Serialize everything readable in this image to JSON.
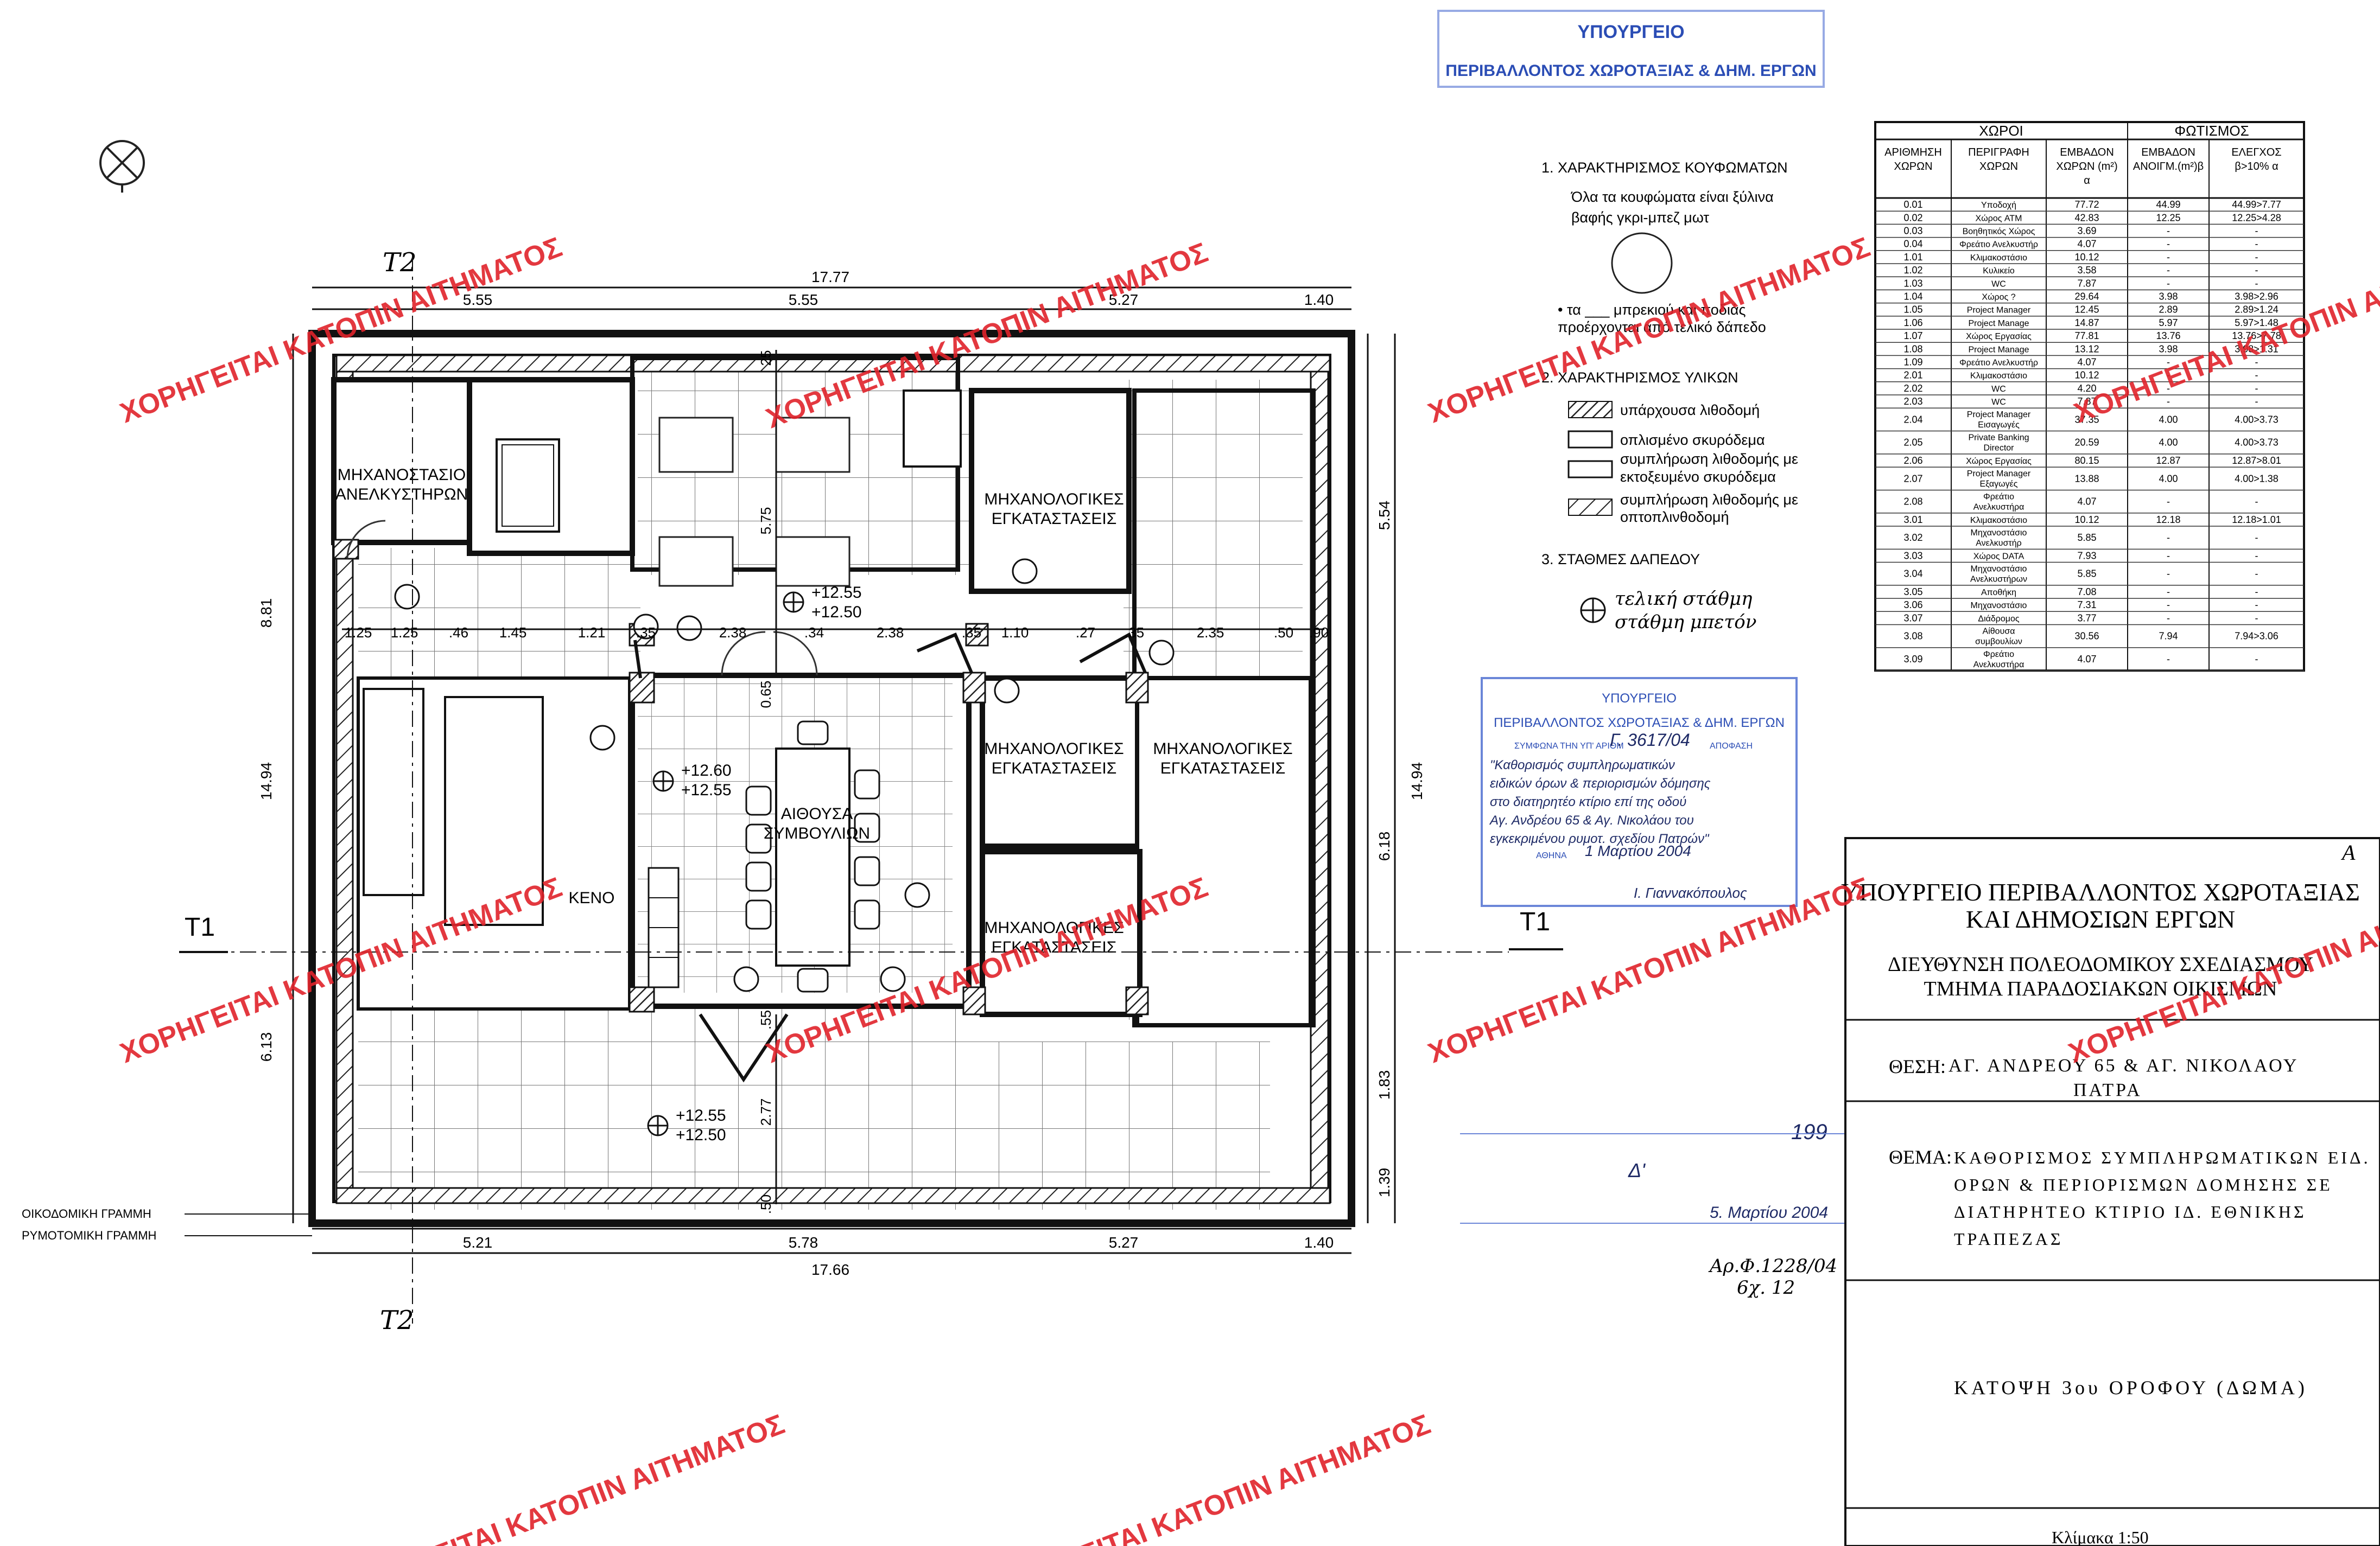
{
  "plan": {
    "north_symbol": "north-arrow-icon",
    "section_labels": {
      "t2_top": "T2",
      "t2_bottom": "T2",
      "t1_left": "T1",
      "t1_right": "T1"
    },
    "dims_top": {
      "total": "17.77",
      "d1": "5.55",
      "d2": "5.55",
      "d3": "5.27",
      "d4": "1.40"
    },
    "dims_bottom": {
      "total": "17.66",
      "d1": "5.21",
      "d2": "5.78",
      "d3": "5.27",
      "d4": "1.40"
    },
    "dims_left": {
      "total": "14.94",
      "d1": "8.81",
      "d2": "6.13"
    },
    "dims_right": {
      "total": "14.94",
      "d1": "5.54",
      "d2": "6.18",
      "d3": "1.83",
      "d4": "1.39"
    },
    "dims_inner": [
      "1.25",
      "1.25",
      ".46",
      "1.45",
      "1.21",
      ".35",
      "2.38",
      ".34",
      "2.38",
      ".35",
      "1.10",
      ".27",
      ".35",
      "2.35",
      ".50",
      ".90",
      "5.75",
      "0.65",
      ".55",
      "2.77",
      ".50",
      "25"
    ],
    "rooms": {
      "elevator_machine": "ΜΗΧΑΝΟΣΤΑΣΙΟ\nΑΝΕΛΚΥΣΤΗΡΩΝ",
      "mech1": "ΜΗΧΑΝΟΛΟΓΙΚΕΣ\nΕΓΚΑΤΑΣΤΑΣΕΙΣ",
      "mech2": "ΜΗΧΑΝΟΛΟΓΙΚΕΣ\nΕΓΚΑΤΑΣΤΑΣΕΙΣ",
      "mech3": "ΜΗΧΑΝΟΛΟΓΙΚΕΣ\nΕΓΚΑΤΑΣΤΑΣΕΙΣ",
      "mech4": "ΜΗΧΑΝΟΛΟΓΙΚΕΣ\nΕΓΚΑΤΑΣΤΑΣΕΙΣ",
      "boardroom": "ΑΙΘΟΥΣΑ\nΣΥΜΒΟΥΛΙΩΝ",
      "void": "ΚΕΝΟ"
    },
    "levels": {
      "l1a": "+12.55",
      "l1b": "+12.50",
      "l2a": "+12.60",
      "l2b": "+12.55",
      "l3a": "+12.55",
      "l3b": "+12.50"
    },
    "building_lines": {
      "line1": "ΟΙΚΟΔΟΜΙΚΗ ΓΡΑΜΜΗ",
      "line2": "ΡΥΜΟΤΟΜΙΚΗ ΓΡΑΜΜΗ"
    }
  },
  "legend": {
    "h1": "1. ΧΑΡΑΚΤΗΡΙΣΜΟΣ ΚΟΥΦΩΜΑΤΩΝ",
    "h1_text1": "Όλα τα κουφώματα είναι ξύλινα",
    "h1_text2": "βαφής γκρι-μπεζ μωτ",
    "h1_note1": "• τα ___ μπρεκιού και ποδιάς",
    "h1_note2": "  προέρχονται από τελικό δάπεδο",
    "h2": "2. ΧΑΡΑΚΤΗΡΙΣΜΟΣ ΥΛΙΚΩΝ",
    "m1": "υπάρχουσα λιθοδομή",
    "m2": "οπλισμένο σκυρόδεμα",
    "m3a": "συμπλήρωση λιθοδομής με",
    "m3b": "εκτοξευμένο σκυρόδεμα",
    "m4a": "συμπλήρωση λιθοδομής με",
    "m4b": "οπτοπλινθοδομή",
    "h3": "3. ΣΤΑΘΜΕΣ ΔΑΠΕΔΟΥ",
    "s1": "τελική στάθμη",
    "s2": "στάθμη μπετόν"
  },
  "stamp_top": {
    "line1": "ΥΠΟΥΡΓΕΙΟ",
    "line2": "ΠΕΡΙΒΑΛΛΟΝΤΟΣ ΧΩΡΟΤΑΞΙΑΣ & ΔΗΜ. ΕΡΓΩΝ"
  },
  "stamp_mid": {
    "line1": "ΥΠΟΥΡΓΕΙΟ",
    "line2": "ΠΕΡΙΒΑΛΛΟΝΤΟΣ ΧΩΡΟΤΑΞΙΑΣ & ΔΗΜ. ΕΡΓΩΝ",
    "line3": "ΣΥΜΦΩΝΑ ΤΗΝ ΥΠ' ΑΡΙΘΜ",
    "line3b": "ΑΠΟΦΑΣΗ",
    "decision": "Γ. 3617/04",
    "hw1": "\"Καθορισμός συμπληρωματικών",
    "hw2": "ειδικών όρων & περιορισμών δόμησης",
    "hw3": "στο διατηρητέο κτίριο επί της οδού",
    "hw4": "Αγ. Ανδρέου 65 & Αγ. Νικολάου του",
    "hw5": "εγκεκριμένου ρυμοτ. σχεδίου Πατρών\"",
    "date_label": "ΑΘΗΝΑ",
    "date": "1 Μαρτίου 2004",
    "sign": "Ι. Γιαννακόπουλος"
  },
  "stamp_low": {
    "num": "199",
    "sub": "Δ'",
    "date": "5. Μαρτίου 2004"
  },
  "ref": {
    "line1": "Αρ.Φ.1228/04",
    "line2": "6χ. 12"
  },
  "watermark": "ΧΟΡΗΓΕΙΤΑΙ ΚΑΤΟΠΙΝ ΑΙΤΗΜΑΤΟΣ",
  "table": {
    "group1": "ΧΩΡΟΙ",
    "group2": "ΦΩΤΙΣΜΟΣ",
    "headers": [
      "ΑΡΙΘΜΗΣΗ ΧΩΡΩΝ",
      "ΠΕΡΙΓΡΑΦΗ ΧΩΡΩΝ",
      "ΕΜΒΑΔΟΝ ΧΩΡΩΝ (m²) α",
      "ΕΜΒΑΔΟΝ ΑΝΟΙΓΜ.(m²)β",
      "ΕΛΕΓΧΟΣ β>10% α"
    ],
    "rows": [
      [
        "0.01",
        "Υποδοχή",
        "77.72",
        "44.99",
        "44.99>7.77"
      ],
      [
        "0.02",
        "Χώρος ATM",
        "42.83",
        "12.25",
        "12.25>4.28"
      ],
      [
        "0.03",
        "Βοηθητικός Χώρος",
        "3.69",
        "-",
        "-"
      ],
      [
        "0.04",
        "Φρεάτιο Ανελκυστήρ",
        "4.07",
        "-",
        "-"
      ],
      [
        "1.01",
        "Κλιμακοστάσιο",
        "10.12",
        "-",
        "-"
      ],
      [
        "1.02",
        "Κυλικείο",
        "3.58",
        "-",
        "-"
      ],
      [
        "1.03",
        "WC",
        "7.87",
        "-",
        "-"
      ],
      [
        "1.04",
        "Χώρος ?",
        "29.64",
        "3.98",
        "3.98>2.96"
      ],
      [
        "1.05",
        "Project Manager",
        "12.45",
        "2.89",
        "2.89>1.24"
      ],
      [
        "1.06",
        "Project Manage",
        "14.87",
        "5.97",
        "5.97>1.48"
      ],
      [
        "1.07",
        "Χώρος Εργασίας",
        "77.81",
        "13.76",
        "13.76>7.78"
      ],
      [
        "1.08",
        "Project Manage",
        "13.12",
        "3.98",
        "3.98>1.31"
      ],
      [
        "1.09",
        "Φρεάτιο Ανελκυστήρ",
        "4.07",
        "-",
        "-"
      ],
      [
        "2.01",
        "Κλιμακοστάσιο",
        "10.12",
        "-",
        "-"
      ],
      [
        "2.02",
        "WC",
        "4.20",
        "-",
        "-"
      ],
      [
        "2.03",
        "WC",
        "7.87",
        "-",
        "-"
      ],
      [
        "2.04",
        "Project Manager Εισαγωγές",
        "37.35",
        "4.00",
        "4.00>3.73"
      ],
      [
        "2.05",
        "Private Banking Director",
        "20.59",
        "4.00",
        "4.00>3.73"
      ],
      [
        "2.06",
        "Χώρος Εργασίας",
        "80.15",
        "12.87",
        "12.87>8.01"
      ],
      [
        "2.07",
        "Project Manager Εξαγωγές",
        "13.88",
        "4.00",
        "4.00>1.38"
      ],
      [
        "2.08",
        "Φρεάτιο Ανελκυστήρα",
        "4.07",
        "-",
        "-"
      ],
      [
        "3.01",
        "Κλιμακοστάσιο",
        "10.12",
        "12.18",
        "12.18>1.01"
      ],
      [
        "3.02",
        "Μηχανοστάσιο Ανελκυστήρ",
        "5.85",
        "-",
        "-"
      ],
      [
        "3.03",
        "Χώρος DATA",
        "7.93",
        "-",
        "-"
      ],
      [
        "3.04",
        "Μηχανοστάσιο Ανελκυστήρων",
        "5.85",
        "-",
        "-"
      ],
      [
        "3.05",
        "Αποθήκη",
        "7.08",
        "-",
        "-"
      ],
      [
        "3.06",
        "Μηχανοστάσιο",
        "7.31",
        "-",
        "-"
      ],
      [
        "3.07",
        "Διάδρομος",
        "3.77",
        "-",
        "-"
      ],
      [
        "3.08",
        "Αίθουσα συμβουλίων",
        "30.56",
        "7.94",
        "7.94>3.06"
      ],
      [
        "3.09",
        "Φρεάτιο Ανελκυστήρα",
        "4.07",
        "-",
        "-"
      ]
    ]
  },
  "titleblock": {
    "letter": "A",
    "ministry1": "ΥΠΟΥΡΓΕΙΟ ΠΕΡΙΒΑΛΛΟΝΤΟΣ ΧΩΡΟΤΑΞΙΑΣ",
    "ministry2": "ΚΑΙ ΔΗΜΟΣΙΩΝ ΕΡΓΩΝ",
    "dept1": "ΔΙΕΥΘΥΝΣΗ ΠΟΛΕΟΔΟΜΙΚΟΥ ΣΧΕΔΙΑΣΜΟΥ",
    "dept2": "ΤΜΗΜΑ ΠΑΡΑΔΟΣΙΑΚΩΝ ΟΙΚΙΣΜΩΝ",
    "loc_label": "ΘΕΣΗ:",
    "loc1": "ΑΓ. ΑΝΔΡΕΟΥ 65  &  ΑΓ. ΝΙΚΟΛΑΟΥ",
    "loc2": "ΠΑΤΡΑ",
    "subj_label": "ΘΕΜΑ:",
    "subj1": "ΚΑΘΟΡΙΣΜΟΣ ΣΥΜΠΛΗΡΩΜΑΤΙΚΩΝ ΕΙΔ.",
    "subj2": "ΟΡΩΝ & ΠΕΡΙΟΡΙΣΜΩΝ ΔΟΜΗΣΗΣ ΣΕ",
    "subj3": "ΔΙΑΤΗΡΗΤΕΟ ΚΤΙΡΙΟ ΙΔ. ΕΘΝΙΚΗΣ",
    "subj4": "ΤΡΑΠΕΖΑΣ",
    "drawing": "ΚΑΤΟΨΗ 3ου ΟΡΟΦΟΥ (ΔΩΜΑ)",
    "scale": "Κλίμακα 1:50"
  }
}
